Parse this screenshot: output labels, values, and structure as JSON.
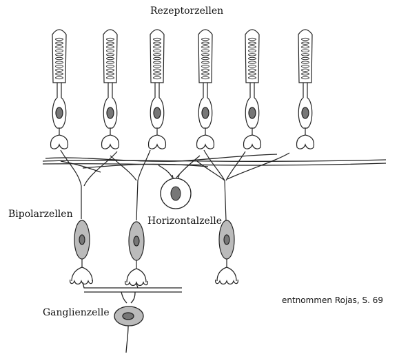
{
  "labels": {
    "receptor": "Rezeptorzellen",
    "bipolar": "Bipolarzellen",
    "horizontal": "Horizontalzelle",
    "ganglion": "Ganglienzelle",
    "source": "entnommen Rojas, S. 69"
  },
  "colors": {
    "line": "#222222",
    "fill": "#bbbbbb",
    "nucleus": "#777777"
  }
}
